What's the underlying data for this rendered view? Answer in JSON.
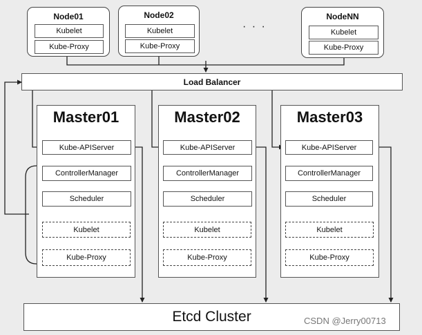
{
  "nodes": [
    {
      "name": "Node01",
      "components": [
        "Kubelet",
        "Kube-Proxy"
      ]
    },
    {
      "name": "Node02",
      "components": [
        "Kubelet",
        "Kube-Proxy"
      ]
    },
    {
      "name": "NodeNN",
      "components": [
        "Kubelet",
        "Kube-Proxy"
      ]
    }
  ],
  "ellipsis": "· · ·",
  "load_balancer": "Load Balancer",
  "masters": [
    {
      "name": "Master01",
      "components": [
        "Kube-APIServer",
        "ControllerManager",
        "Scheduler"
      ],
      "dashed_components": [
        "Kubelet",
        "Kube-Proxy"
      ]
    },
    {
      "name": "Master02",
      "components": [
        "Kube-APIServer",
        "ControllerManager",
        "Scheduler"
      ],
      "dashed_components": [
        "Kubelet",
        "Kube-Proxy"
      ]
    },
    {
      "name": "Master03",
      "components": [
        "Kube-APIServer",
        "ControllerManager",
        "Scheduler"
      ],
      "dashed_components": [
        "Kubelet",
        "Kube-Proxy"
      ]
    }
  ],
  "etcd": "Etcd Cluster",
  "watermark": "CSDN @Jerry00713",
  "colors": {
    "background": "#ececec",
    "box": "#ffffff",
    "line": "#222222"
  }
}
